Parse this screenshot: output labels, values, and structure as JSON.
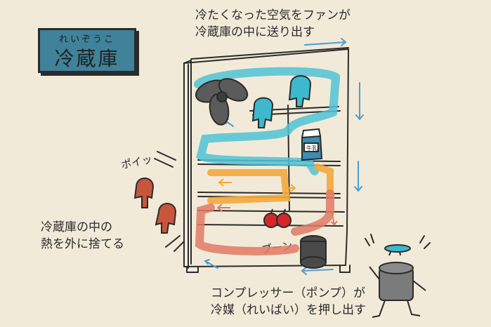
{
  "title": {
    "main": "冷蔵庫",
    "ruby": "れいぞうこ"
  },
  "captions": {
    "fan_line1": "冷たくなった空気をファンが",
    "fan_line2": "冷蔵庫の中に送り出す",
    "heat_line1": "冷蔵庫の中の",
    "heat_line2": "熱を外に捨てる",
    "comp_line1": "コンプレッサー（ポンプ）が",
    "comp_line2": "冷媒（れいばい）を押し出す"
  },
  "sound_effects": {
    "toss": "ポイッ",
    "hum": "ブーン"
  },
  "milk_label": "牛乳",
  "colors": {
    "background": "#f2ead8",
    "cold_air": "#4fc3d6",
    "warm_refrigerant": "#f3a93c",
    "hot_refrigerant": "#e07a66",
    "title_box": "#3f8299",
    "flow_arrow": "#4a9fd0",
    "heat_character": "#c8553d",
    "cold_character": "#3db9cf",
    "apple": "#d6262b"
  }
}
